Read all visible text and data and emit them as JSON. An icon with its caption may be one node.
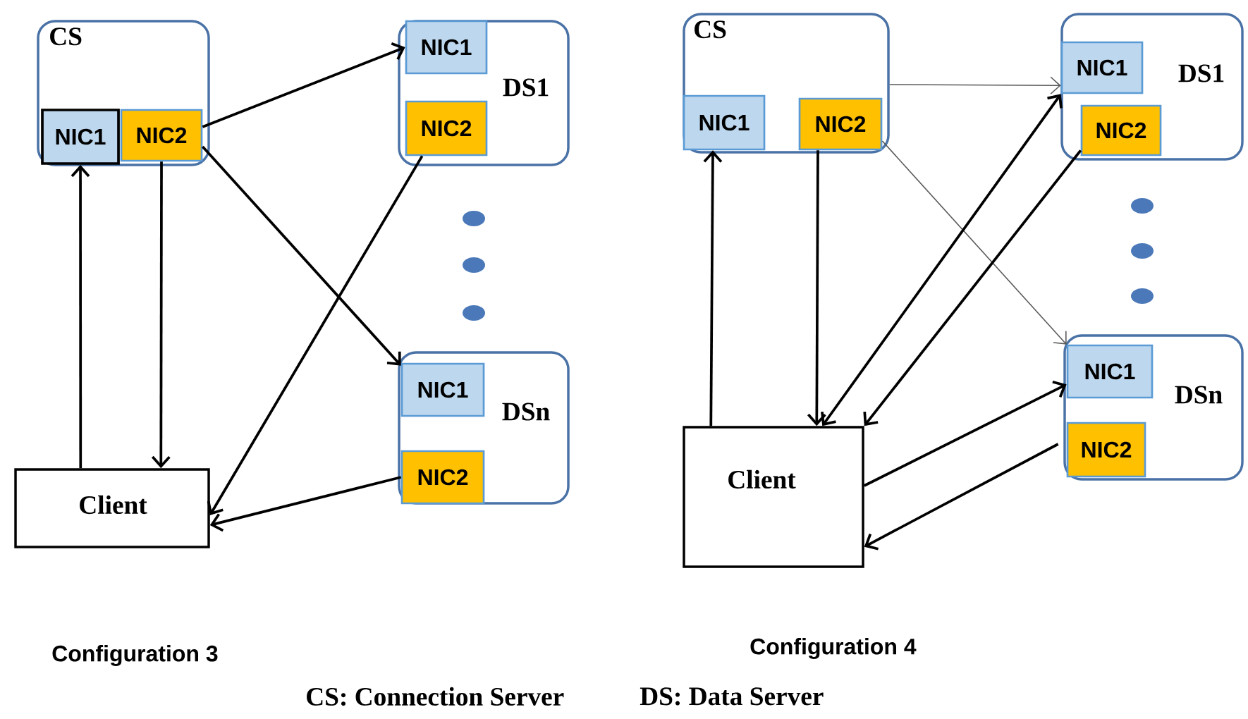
{
  "diagram": {
    "nodes": [
      {
        "text": [
          "CS"
        ]
      },
      {
        "text": [
          "NIC1"
        ],
        "in": 0
      },
      {
        "text": [
          "NIC2"
        ],
        "in": 0
      },
      {
        "text": [
          "DS1"
        ]
      },
      {
        "text": [
          "NIC1"
        ],
        "in": 3
      },
      {
        "text": [
          "NIC2"
        ],
        "in": 3
      },
      {
        "text": [
          "DSn"
        ]
      },
      {
        "text": [
          "NIC1"
        ],
        "in": 6
      },
      {
        "text": [
          "NIC2"
        ],
        "in": 6
      },
      {
        "text": [
          "Client"
        ]
      },
      {
        "text": [
          "CS"
        ]
      },
      {
        "text": [
          "NIC1"
        ],
        "in": 10
      },
      {
        "text": [
          "NIC2"
        ],
        "in": 10
      },
      {
        "text": [
          "DS1"
        ]
      },
      {
        "text": [
          "NIC1"
        ],
        "in": 13
      },
      {
        "text": [
          "NIC2"
        ],
        "in": 13
      },
      {
        "text": [
          "DSn"
        ]
      },
      {
        "text": [
          "NIC1"
        ],
        "in": 16
      },
      {
        "text": [
          "NIC2"
        ],
        "in": 16
      },
      {
        "text": [
          "Client"
        ]
      }
    ],
    "edges": [
      {
        "from": 9,
        "to": 1,
        "arrow": "to"
      },
      {
        "from": 2,
        "to": 9,
        "arrow": "to"
      },
      {
        "from": 2,
        "to": 4,
        "arrow": "to"
      },
      {
        "from": 2,
        "to": 7,
        "arrow": "to"
      },
      {
        "from": 5,
        "to": 9,
        "arrow": "to"
      },
      {
        "from": 8,
        "to": 9,
        "arrow": "to"
      },
      {
        "from": 19,
        "to": 11,
        "arrow": "to"
      },
      {
        "from": 12,
        "to": 19,
        "arrow": "to"
      },
      {
        "from": 10,
        "to": 14,
        "arrow": "to",
        "color": "#595959"
      },
      {
        "from": 12,
        "to": 17,
        "arrow": "to",
        "color": "#595959"
      },
      {
        "from": 19,
        "to": 14,
        "arrow": "both"
      },
      {
        "from": 15,
        "to": 19,
        "arrow": "to"
      },
      {
        "from": 19,
        "to": 17,
        "arrow": "to"
      },
      {
        "from": 18,
        "to": 19,
        "arrow": "to"
      }
    ],
    "labels": [
      "Configuration 3",
      "Configuration 4",
      "CS: Connection Server",
      "DS: Data Server"
    ]
  }
}
